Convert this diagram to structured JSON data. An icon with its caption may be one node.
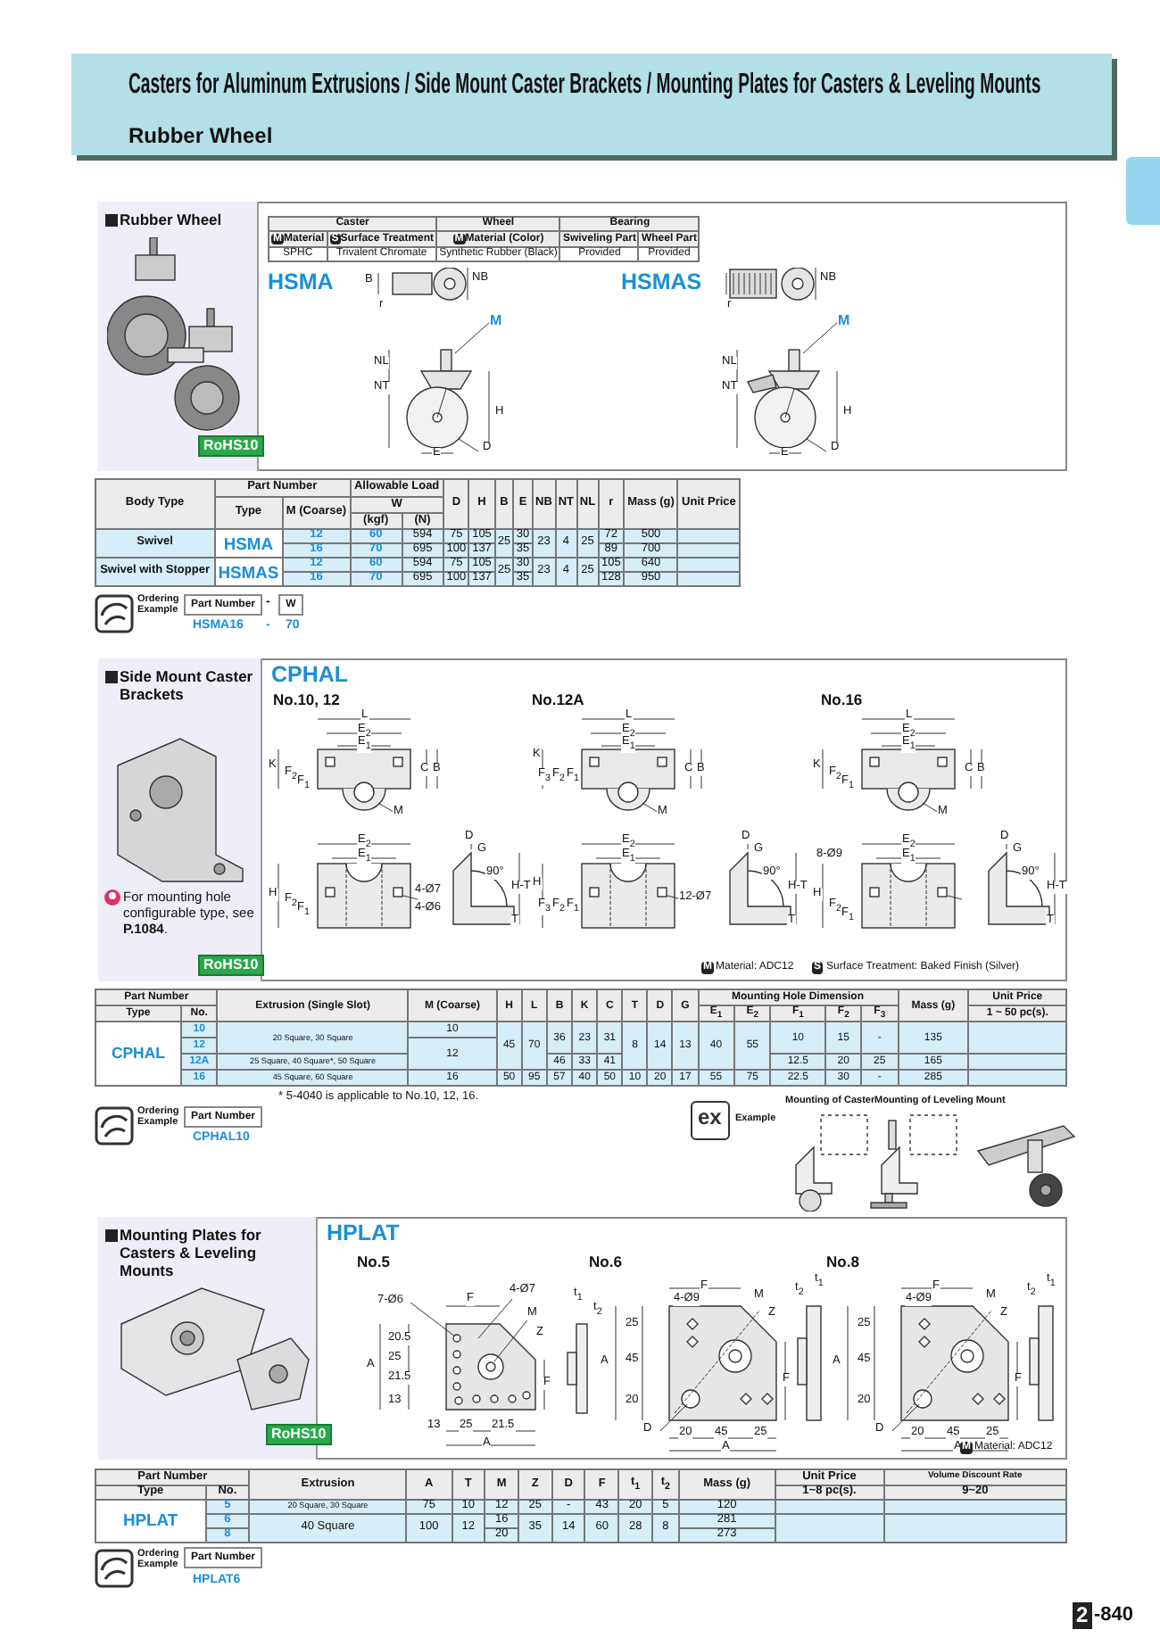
{
  "diagram": {
    "title": "Casters for Aluminum Extrusions / Side Mount Caster Brackets / Mounting Plates for Casters & Leveling Mounts",
    "nodes": [
      {
        "text": [
          "Rubber Wheel"
        ]
      },
      {
        "text": [
          "Side Mount Caster Brackets",
          "For mounting hole configurable type, see **P.1084**."
        ]
      },
      {
        "text": [
          "Mounting Plates for Casters & Leveling Mounts"
        ]
      },
      {
        "text": [
          "Part Number"
        ]
      },
      {
        "text": [
          "W"
        ]
      },
      {
        "text": [
          "Part Number"
        ]
      },
      {
        "text": [
          "Part Number"
        ]
      }
    ],
    "labels": [
      "Rubber Wheel",
      "Caster",
      "Wheel",
      "Bearing",
      "M",
      "Material",
      "S",
      "Surface Treatment",
      "M",
      "Material (Color)",
      "Swiveling Part",
      "Wheel Part",
      "SPHC",
      "Trivalent Chromate",
      "Synthetic Rubber (Black)",
      "Provided",
      "Provided",
      "HSMA",
      "HSMAS",
      "B",
      "r",
      "NB",
      "M",
      "NL",
      "NT",
      "H",
      "D",
      "E",
      "r",
      "NB",
      "M",
      "NL",
      "NT",
      "H",
      "D",
      "E",
      "RoHS10",
      "Body Type",
      "Part Number",
      "Allowable Load",
      "D",
      "H",
      "B",
      "E",
      "NB",
      "NT",
      "NL",
      "r",
      "Mass (g)",
      "Unit Price",
      "Type",
      "M (Coarse)",
      "W",
      "(kgf)",
      "(N)",
      "Swivel",
      "HSMA",
      "12",
      "60",
      "594",
      "75",
      "105",
      "25",
      "30",
      "23",
      "4",
      "25",
      "72",
      "500",
      "16",
      "70",
      "695",
      "100",
      "137",
      "35",
      "89",
      "700",
      "Swivel with Stopper",
      "HSMAS",
      "12",
      "60",
      "594",
      "75",
      "105",
      "25",
      "30",
      "23",
      "4",
      "25",
      "105",
      "640",
      "16",
      "70",
      "695",
      "100",
      "137",
      "35",
      "128",
      "950",
      "Ordering Example",
      "-",
      "HSMA16",
      "-",
      "70",
      "CPHAL",
      "No.10, 12",
      "No.12A",
      "No.16",
      "L",
      "E$_{2}$",
      "E$_{1}$",
      "K",
      "F$_{2}$",
      "F$_{1}$",
      "C",
      "B",
      "M",
      "E$_{2}$",
      "E$_{1}$",
      "H",
      "F$_{2}$",
      "F$_{1}$",
      "4-Ø7",
      "4-Ø6",
      "D",
      "G",
      "90°",
      "H-T",
      "T",
      "L",
      "E$_{2}$",
      "E$_{1}$",
      "K",
      "F$_{3}$",
      "F$_{2}$",
      "F$_{1}$",
      "C",
      "B",
      "M",
      "E$_{2}$",
      "E$_{1}$",
      "H",
      "F$_{3}$",
      "F$_{2}$",
      "F$_{1}$",
      "12-Ø7",
      "D",
      "G",
      "90°",
      "H-T",
      "T",
      "L",
      "E$_{2}$",
      "E$_{1}$",
      "K",
      "F$_{2}$",
      "F$_{1}$",
      "C",
      "B",
      "M",
      "8-Ø9",
      "E$_{2}$",
      "E$_{1}$",
      "H",
      "F$_{2}$",
      "F$_{1}$",
      "D",
      "G",
      "90°",
      "H-T",
      "T",
      "RoHS10",
      "M",
      "Material: ADC12",
      "S",
      "Surface Treatment: Baked Finish (Silver)",
      "Part Number",
      "Extrusion (Single Slot)",
      "M (Coarse)",
      "H",
      "L",
      "B",
      "K",
      "C",
      "T",
      "D",
      "G",
      "Mounting Hole Dimension",
      "Mass (g)",
      "Unit Price",
      "Type",
      "No.",
      "E$_{1}$",
      "E$_{2}$",
      "F$_{1}$",
      "F$_{2}$",
      "F$_{3}$",
      "1 ~ 50 pc(s).",
      "CPHAL",
      "10",
      "20 Square, 30 Square",
      "10",
      "45",
      "70",
      "36",
      "23",
      "31",
      "8",
      "14",
      "13",
      "40",
      "55",
      "10",
      "15",
      "-",
      "135",
      "12",
      "12",
      "12A",
      "25 Square, 40 Square*, 50 Square",
      "46",
      "33",
      "41",
      "12.5",
      "20",
      "25",
      "165",
      "16",
      "45 Square, 60 Square",
      "16",
      "50",
      "95",
      "57",
      "40",
      "50",
      "10",
      "20",
      "17",
      "55",
      "75",
      "22.5",
      "30",
      "-",
      "285",
      "* 5-4040 is applicable to No.10, 12, 16.",
      "Ordering Example",
      "CPHAL10",
      "ex",
      "Example",
      "Mounting of Caster",
      "Mounting of Leveling Mount",
      "HPLAT",
      "No.5",
      "No.6",
      "No.8",
      "7-Ø6",
      "F",
      "4-Ø7",
      "M",
      "Z",
      "t$_{1}$",
      "t$_{2}$",
      "A",
      "20.5",
      "25",
      "21.5",
      "13",
      "F",
      "13",
      "25",
      "21.5",
      "A",
      "F",
      "4-Ø9",
      "M",
      "Z",
      "t$_{2}$",
      "t$_{1}$",
      "A",
      "25",
      "45",
      "20",
      "F",
      "D",
      "20",
      "45",
      "25",
      "A",
      "F",
      "4-Ø9",
      "M",
      "Z",
      "t$_{2}$",
      "t$_{1}$",
      "A",
      "25",
      "45",
      "20",
      "F",
      "D",
      "20",
      "45",
      "25",
      "A",
      "RoHS10",
      "M",
      "Material: ADC12",
      "Part Number",
      "Extrusion",
      "A",
      "T",
      "M",
      "Z",
      "D",
      "F",
      "t$_{1}$",
      "t$_{2}$",
      "Mass (g)",
      "Unit Price",
      "Volume Discount Rate",
      "Type",
      "No.",
      "1~8 pc(s).",
      "9~20",
      "HPLAT",
      "5",
      "20 Square, 30 Square",
      "75",
      "10",
      "12",
      "25",
      "-",
      "43",
      "20",
      "5",
      "120",
      "6",
      "40 Square",
      "100",
      "12",
      "16",
      "35",
      "14",
      "60",
      "28",
      "8",
      "281",
      "8",
      "20",
      "273",
      "Ordering Example",
      "HPLAT6",
      "2",
      "-840"
    ]
  }
}
